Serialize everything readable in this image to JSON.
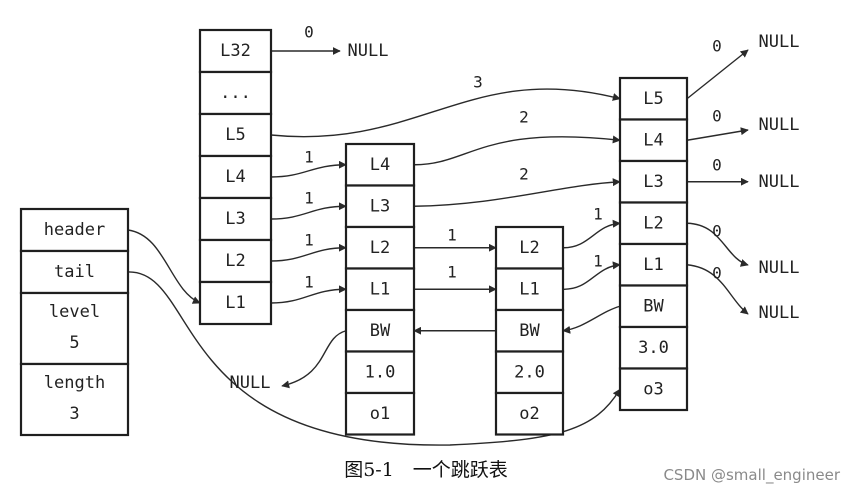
{
  "caption": "图5-1　一个跳跃表",
  "watermark": "CSDN @small_engineer",
  "null_label": "NULL",
  "list_struct": [
    {
      "id": "header",
      "lines": [
        "header"
      ]
    },
    {
      "id": "tail",
      "lines": [
        "tail"
      ]
    },
    {
      "id": "level",
      "lines": [
        "level",
        "5"
      ]
    },
    {
      "id": "length",
      "lines": [
        "length",
        "3"
      ]
    }
  ],
  "header_node": [
    "L32",
    "...",
    "L5",
    "L4",
    "L3",
    "L2",
    "L1"
  ],
  "nodes": [
    {
      "id": "o1",
      "cells": [
        "L4",
        "L3",
        "L2",
        "L1",
        "BW",
        "1.0",
        "o1"
      ]
    },
    {
      "id": "o2",
      "cells": [
        "L2",
        "L1",
        "BW",
        "2.0",
        "o2"
      ]
    },
    {
      "id": "o3",
      "cells": [
        "L5",
        "L4",
        "L3",
        "L2",
        "L1",
        "BW",
        "3.0",
        "o3"
      ]
    }
  ],
  "edge_labels": {
    "h_L32": "0",
    "h_L5": "3",
    "h_L4": "1",
    "h_L3": "1",
    "h_L2": "1",
    "h_L1": "1",
    "o1_L4": "2",
    "o1_L3": "2",
    "o1_L2": "1",
    "o1_L1": "1",
    "o2_L2": "1",
    "o2_L1": "1",
    "o3_L5": "0",
    "o3_L4": "0",
    "o3_L3": "0",
    "o3_L2": "0",
    "o3_L1": "0"
  }
}
